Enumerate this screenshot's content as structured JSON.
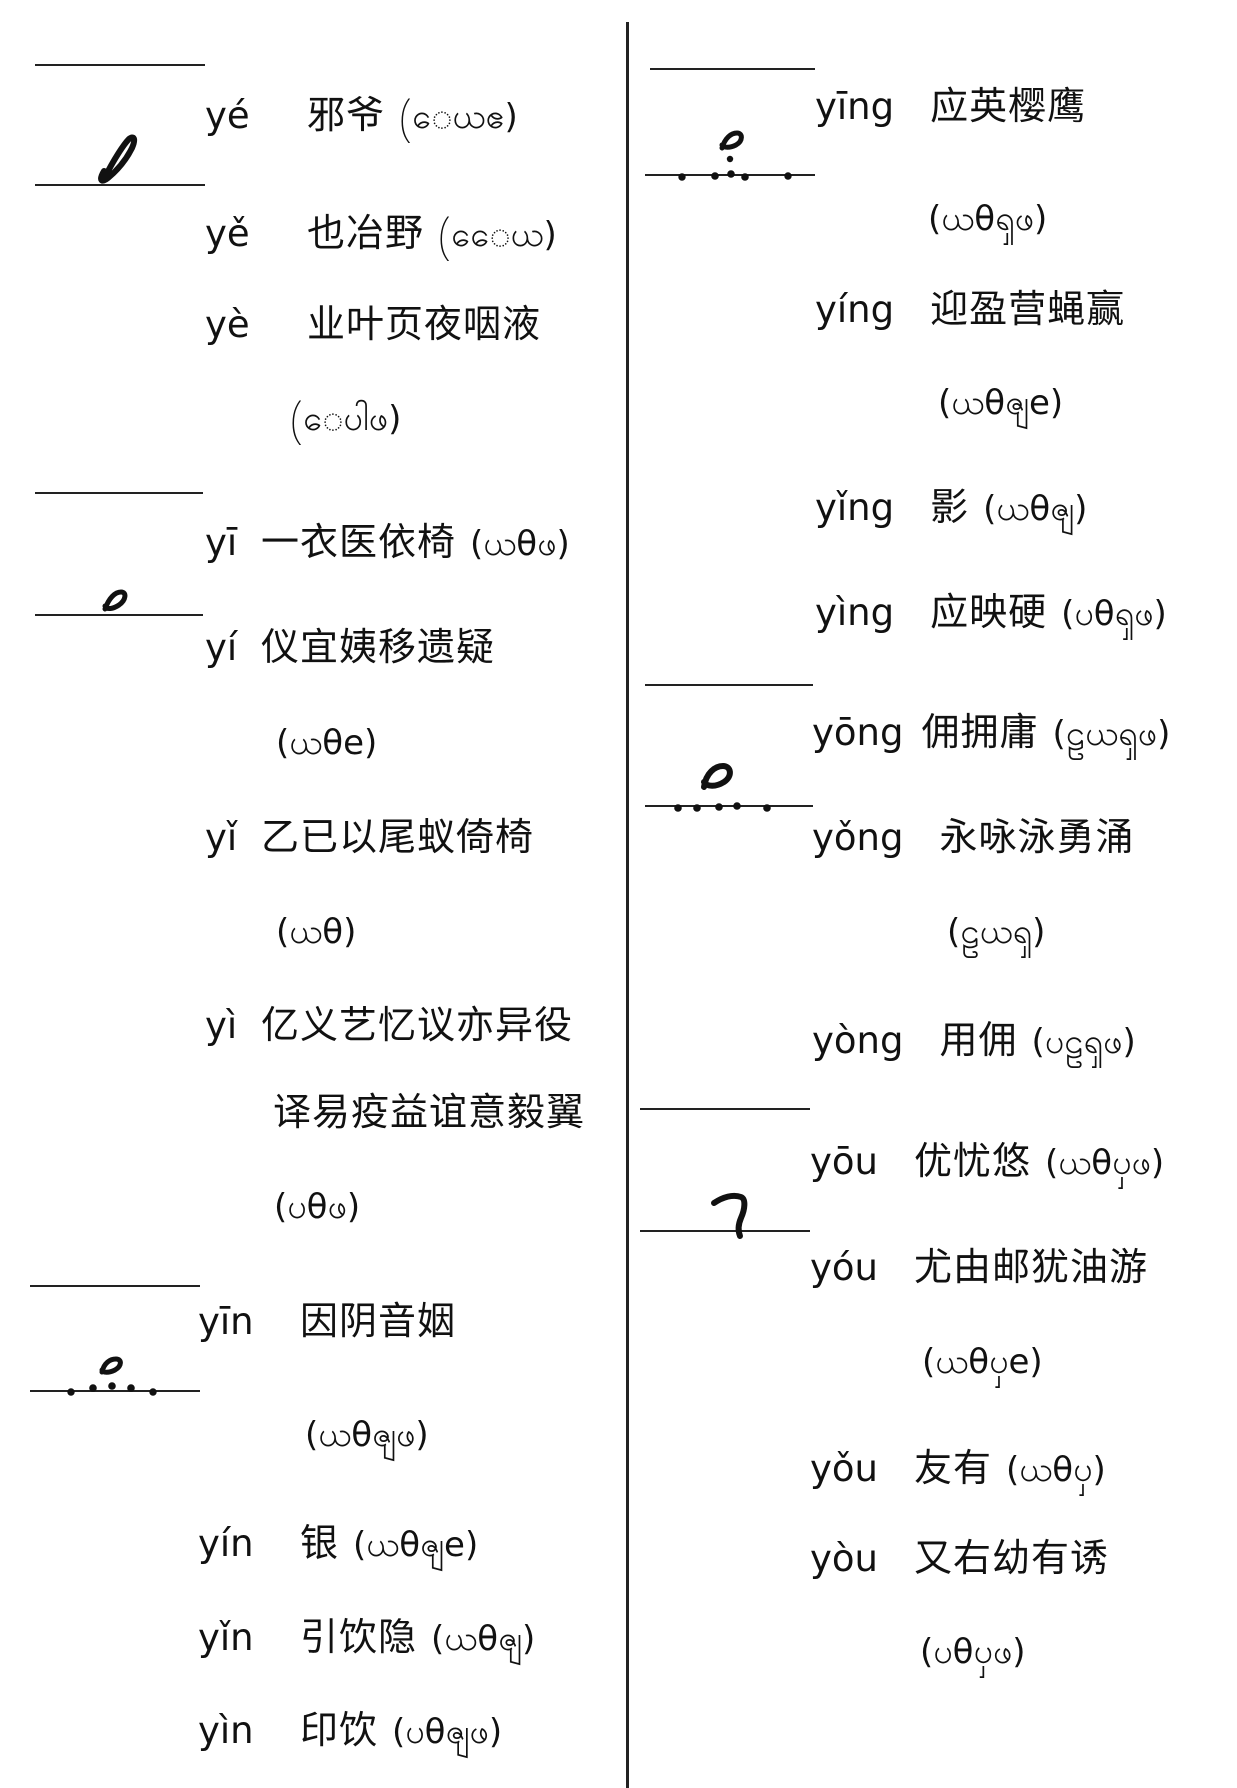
{
  "left_column": {
    "ye": {
      "ye2": {
        "pinyin": "yé",
        "chars": "邪爷",
        "code": "(ေယဧ)"
      },
      "ye3": {
        "pinyin": "yě",
        "chars": "也冶野",
        "code": "(ေေယ)"
      },
      "ye4": {
        "pinyin": "yè",
        "chars": "业叶页夜咽液",
        "code": "(ေပါဖ)"
      }
    },
    "yi": {
      "yi1": {
        "pinyin": "yī",
        "chars": "一衣医依椅",
        "code": "(ယθဖ)"
      },
      "yi2": {
        "pinyin": "yí",
        "chars": "仪宜姨移遗疑",
        "code": "(ယθe)"
      },
      "yi3": {
        "pinyin": "yǐ",
        "chars": "乙已以尾蚁倚椅",
        "code": "(ယθ)"
      },
      "yi4": {
        "pinyin": "yì",
        "chars_line1": "亿义艺忆议亦异役",
        "chars_line2": "译易疫益谊意毅翼",
        "code": "(ပθဖ)"
      }
    },
    "yin": {
      "yin1": {
        "pinyin": "yīn",
        "chars": "因阴音姻",
        "code": "(ယθၛဖ)"
      },
      "yin2": {
        "pinyin": "yín",
        "chars": "银",
        "code": "(ယθၛe)"
      },
      "yin3": {
        "pinyin": "yǐn",
        "chars": "引饮隐",
        "code": "(ယθၛ)"
      },
      "yin4": {
        "pinyin": "yìn",
        "chars": "印饮",
        "code": "(ပθၛဖ)"
      }
    }
  },
  "right_column": {
    "ying": {
      "ying1": {
        "pinyin": "yīng",
        "chars": "应英樱鹰",
        "code": "(ယθၡဖ)"
      },
      "ying2": {
        "pinyin": "yíng",
        "chars": "迎盈营蝇赢",
        "code": "(ယθၛe)"
      },
      "ying3": {
        "pinyin": "yǐng",
        "chars": "影",
        "code": "(ယθၛ)"
      },
      "ying4": {
        "pinyin": "yìng",
        "chars": "应映硬",
        "code": "(ပθၡဖ)"
      }
    },
    "yong": {
      "yong1": {
        "pinyin": "yōng",
        "chars": "佣拥庸",
        "code": "(ဠယၡဖ)"
      },
      "yong3": {
        "pinyin": "yǒng",
        "chars": "永咏泳勇涌",
        "code": "(ဠယၡ)"
      },
      "yong4": {
        "pinyin": "yòng",
        "chars": "用佣",
        "code": "(ပဠၡဖ)"
      }
    },
    "you": {
      "you1": {
        "pinyin": "yōu",
        "chars": "优忧悠",
        "code": "(ယθၦဖ)"
      },
      "you2": {
        "pinyin": "yóu",
        "chars": "尤由邮犹油游",
        "code": "(ယθၦe)"
      },
      "you3": {
        "pinyin": "yǒu",
        "chars": "友有",
        "code": "(ယθၦ)"
      },
      "you4": {
        "pinyin": "yòu",
        "chars": "又右幼有诱",
        "code": "(ပθၦဖ)"
      }
    }
  }
}
